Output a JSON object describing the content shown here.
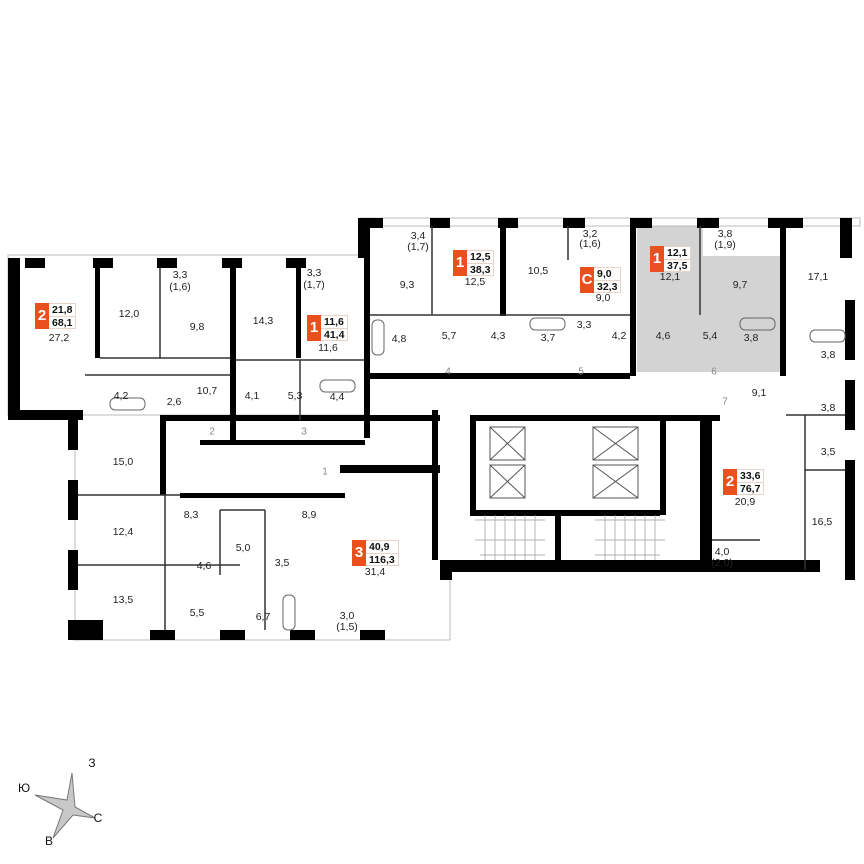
{
  "plan": {
    "accent_color": "#e8501e",
    "highlight_fill": "#d3d3d3",
    "apartments": [
      {
        "id": "apt-2-left",
        "rooms_count": "2",
        "living_area": "21,8",
        "total_area": "68,1",
        "main_room": "27,2"
      },
      {
        "id": "apt-1-a",
        "rooms_count": "1",
        "living_area": "11,6",
        "total_area": "41,4",
        "main_room": "11,6"
      },
      {
        "id": "apt-1-b",
        "rooms_count": "1",
        "living_area": "12,5",
        "total_area": "38,3",
        "main_room": "12,5"
      },
      {
        "id": "apt-studio",
        "rooms_count": "С",
        "living_area": "9,0",
        "total_area": "32,3",
        "main_room": "9,0"
      },
      {
        "id": "apt-1-c",
        "rooms_count": "1",
        "living_area": "12,1",
        "total_area": "37,5",
        "main_room": "12,1",
        "highlighted": true
      },
      {
        "id": "apt-2-right",
        "rooms_count": "2",
        "living_area": "33,6",
        "total_area": "76,7",
        "main_room": "20,9"
      },
      {
        "id": "apt-3",
        "rooms_count": "3",
        "living_area": "40,9",
        "total_area": "116,3",
        "main_room": "31,4"
      }
    ],
    "rooms": [
      {
        "v": "12,0"
      },
      {
        "v": "9,8"
      },
      {
        "v": "3,3"
      },
      {
        "v": "(1,6)"
      },
      {
        "v": "4,2"
      },
      {
        "v": "2,6"
      },
      {
        "v": "10,7"
      },
      {
        "v": "14,3"
      },
      {
        "v": "3,3"
      },
      {
        "v": "(1,7)"
      },
      {
        "v": "4,1"
      },
      {
        "v": "5,3"
      },
      {
        "v": "4,4"
      },
      {
        "v": "3,4"
      },
      {
        "v": "(1,7)"
      },
      {
        "v": "9,3"
      },
      {
        "v": "4,8"
      },
      {
        "v": "5,7"
      },
      {
        "v": "4,3"
      },
      {
        "v": "10,5"
      },
      {
        "v": "3,2"
      },
      {
        "v": "(1,6)"
      },
      {
        "v": "3,7"
      },
      {
        "v": "3,3"
      },
      {
        "v": "4,2"
      },
      {
        "v": "3,8"
      },
      {
        "v": "(1,9)"
      },
      {
        "v": "9,7"
      },
      {
        "v": "4,6"
      },
      {
        "v": "5,4"
      },
      {
        "v": "3,8"
      },
      {
        "v": "17,1"
      },
      {
        "v": "3,8"
      },
      {
        "v": "3,8"
      },
      {
        "v": "9,1"
      },
      {
        "v": "3,5"
      },
      {
        "v": "16,5"
      },
      {
        "v": "4,0"
      },
      {
        "v": "(2,0)"
      },
      {
        "v": "15,0"
      },
      {
        "v": "12,4"
      },
      {
        "v": "13,5"
      },
      {
        "v": "8,3"
      },
      {
        "v": "4,6"
      },
      {
        "v": "5,0"
      },
      {
        "v": "5,5"
      },
      {
        "v": "6,7"
      },
      {
        "v": "3,5"
      },
      {
        "v": "8,9"
      },
      {
        "v": "3,0"
      },
      {
        "v": "(1,5)"
      }
    ],
    "doors": [
      "1",
      "2",
      "3",
      "4",
      "5",
      "6",
      "7"
    ]
  },
  "compass": {
    "north": "З",
    "south": "В",
    "west": "Ю",
    "east": "С"
  }
}
